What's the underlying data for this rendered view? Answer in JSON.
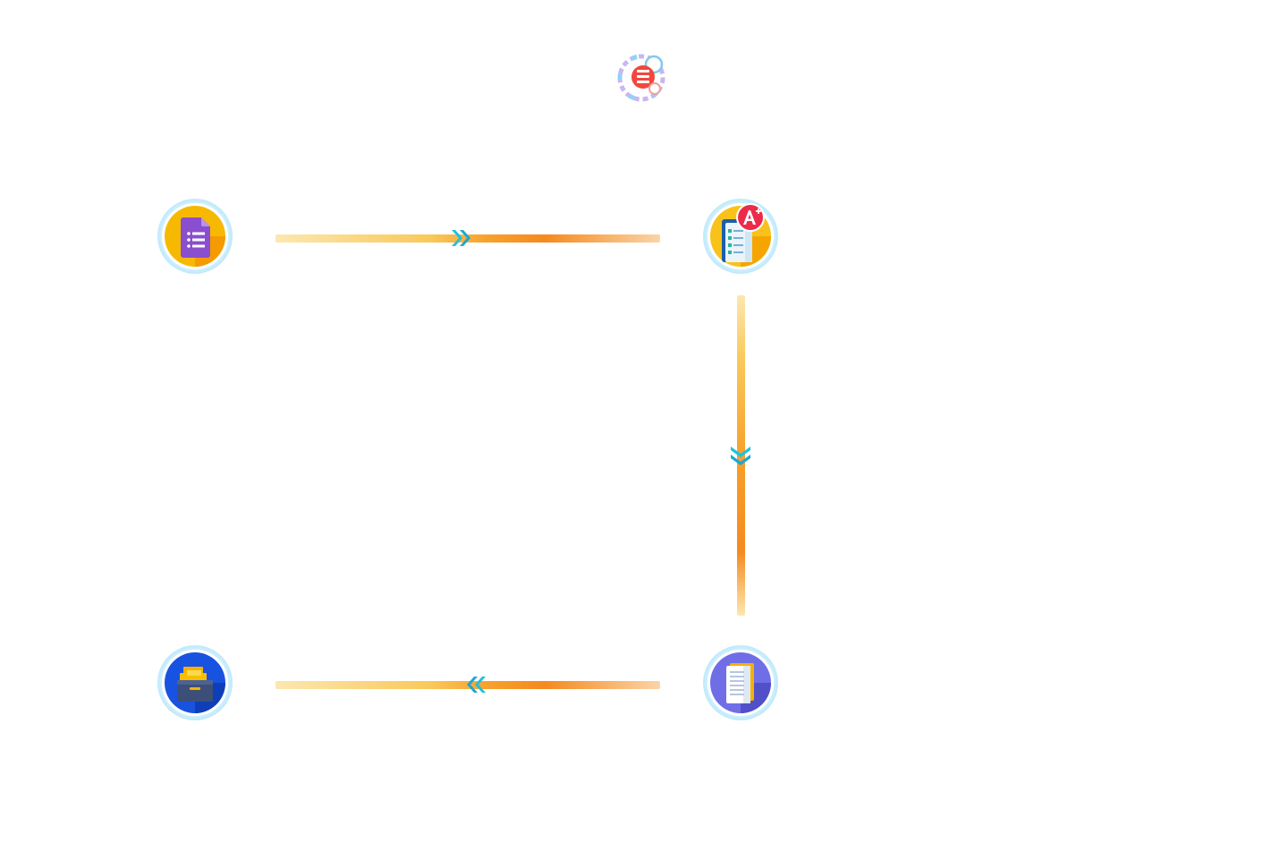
{
  "diagram": {
    "type": "flow-cycle",
    "top_icon": "list-database-icon",
    "nodes": [
      {
        "id": "forms",
        "icon": "form-document-icon"
      },
      {
        "id": "grading",
        "icon": "graded-checklist-icon"
      },
      {
        "id": "report",
        "icon": "document-icon"
      },
      {
        "id": "archive",
        "icon": "inbox-archive-icon"
      }
    ],
    "edges": [
      {
        "from": "forms",
        "to": "grading",
        "direction": "right"
      },
      {
        "from": "grading",
        "to": "report",
        "direction": "down"
      },
      {
        "from": "report",
        "to": "archive",
        "direction": "left"
      }
    ],
    "colors": {
      "connector_light": "#fde7b0",
      "connector_mid": "#f9c95a",
      "connector_dark": "#f58a1f",
      "arrow": "#1ec2dc",
      "node_ring": "#aee3fb"
    }
  }
}
